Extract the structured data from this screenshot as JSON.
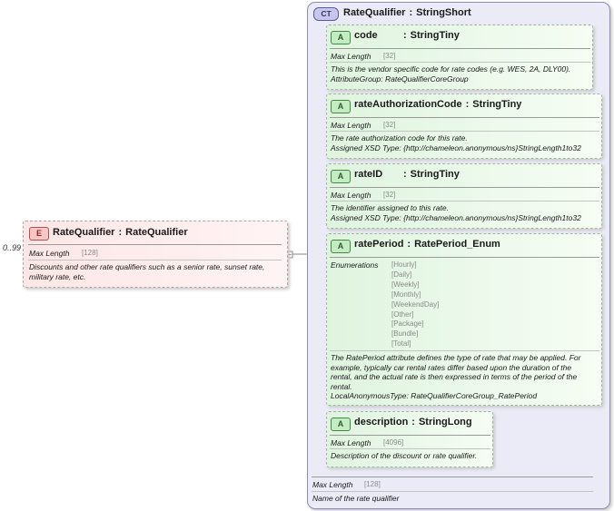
{
  "element": {
    "badge": "E",
    "name": "RateQualifier",
    "separator": ":",
    "type": "RateQualifier",
    "cardinality": "0..99",
    "facet_label": "Max Length",
    "facet_value": "[128]",
    "description": "Discounts and other rate qualifiers such as a senior rate, sunset rate, military rate, etc."
  },
  "complex_type": {
    "badge": "CT",
    "name": "RateQualifier",
    "separator": ":",
    "type": "StringShort",
    "facet_label": "Max Length",
    "facet_value": "[128]",
    "description": "Name of the rate qualifier"
  },
  "attributes": [
    {
      "badge": "A",
      "name": "code",
      "separator": ":",
      "type": "StringTiny",
      "facet_label": "Max Length",
      "facet_value": "[32]",
      "description_lines": [
        "This is the vendor specific code for rate codes (e.g. WES, 2A, DLY00).",
        "AttributeGroup: RateQualifierCoreGroup"
      ]
    },
    {
      "badge": "A",
      "name": "rateAuthorizationCode",
      "separator": ":",
      "type": "StringTiny",
      "facet_label": "Max Length",
      "facet_value": "[32]",
      "description_lines": [
        "The rate authorization code for this rate.",
        "Assigned XSD Type: {http://chameleon.anonymous/ns}StringLength1to32"
      ]
    },
    {
      "badge": "A",
      "name": "rateID",
      "separator": ":",
      "type": "StringTiny",
      "facet_label": "Max Length",
      "facet_value": "[32]",
      "description_lines": [
        "The identifier assigned to this rate.",
        "Assigned XSD Type: {http://chameleon.anonymous/ns}StringLength1to32"
      ]
    },
    {
      "badge": "A",
      "name": "ratePeriod",
      "separator": ":",
      "type": "RatePeriod_Enum",
      "facet_label": "Enumerations",
      "enumerations": [
        "[Hourly]",
        "[Daily]",
        "[Weekly]",
        "[Monthly]",
        "[WeekendDay]",
        "[Other]",
        "[Package]",
        "[Bundle]",
        "[Total]"
      ],
      "description_lines": [
        "The RatePeriod attribute defines the type of rate that may be applied. For",
        "example, typically car rental rates differ based upon the duration of the",
        "rental, and the actual rate is then expressed in terms of the period of the",
        "rental.",
        "LocalAnonymousType: RateQualifierCoreGroup_RatePeriod"
      ]
    },
    {
      "badge": "A",
      "name": "description",
      "separator": ":",
      "type": "StringLong",
      "facet_label": "Max Length",
      "facet_value": "[4096]",
      "description_lines": [
        "Description of the discount or rate qualifier."
      ]
    }
  ]
}
